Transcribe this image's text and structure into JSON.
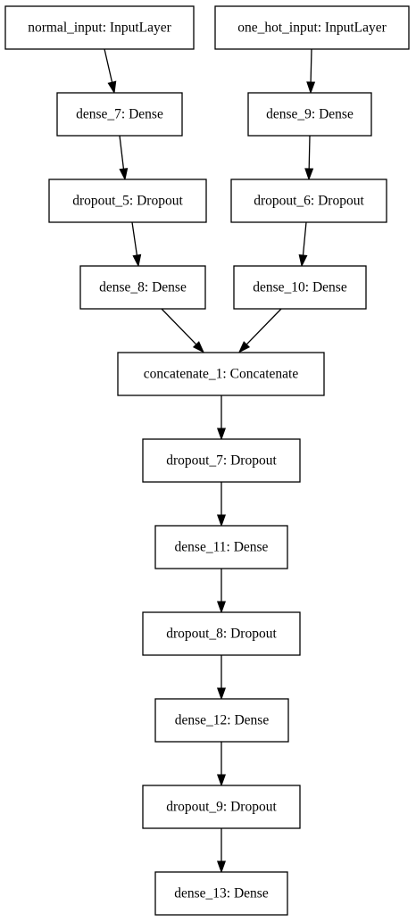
{
  "nodes": {
    "normal_input": "normal_input: InputLayer",
    "one_hot_input": "one_hot_input: InputLayer",
    "dense_7": "dense_7: Dense",
    "dense_9": "dense_9: Dense",
    "dropout_5": "dropout_5: Dropout",
    "dropout_6": "dropout_6: Dropout",
    "dense_8": "dense_8: Dense",
    "dense_10": "dense_10: Dense",
    "concatenate_1": "concatenate_1: Concatenate",
    "dropout_7": "dropout_7: Dropout",
    "dense_11": "dense_11: Dense",
    "dropout_8": "dropout_8: Dropout",
    "dense_12": "dense_12: Dense",
    "dropout_9": "dropout_9: Dropout",
    "dense_13": "dense_13: Dense"
  },
  "edges": [
    [
      "normal_input",
      "dense_7"
    ],
    [
      "dense_7",
      "dropout_5"
    ],
    [
      "dropout_5",
      "dense_8"
    ],
    [
      "dense_8",
      "concatenate_1"
    ],
    [
      "one_hot_input",
      "dense_9"
    ],
    [
      "dense_9",
      "dropout_6"
    ],
    [
      "dropout_6",
      "dense_10"
    ],
    [
      "dense_10",
      "concatenate_1"
    ],
    [
      "concatenate_1",
      "dropout_7"
    ],
    [
      "dropout_7",
      "dense_11"
    ],
    [
      "dense_11",
      "dropout_8"
    ],
    [
      "dropout_8",
      "dense_12"
    ],
    [
      "dense_12",
      "dropout_9"
    ],
    [
      "dropout_9",
      "dense_13"
    ]
  ]
}
